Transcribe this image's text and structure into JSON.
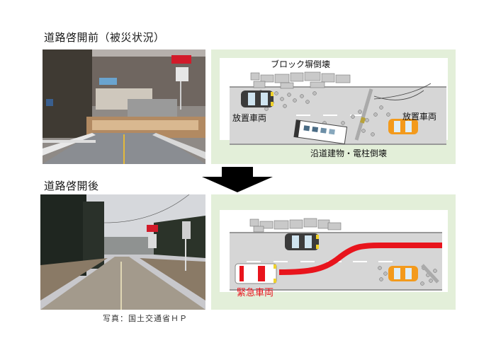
{
  "before": {
    "heading": "道路啓開前（被災状況）",
    "photo_alt": "road-blocked-by-debris-photo",
    "diagram": {
      "labels": {
        "wall_collapse": "ブロック塀倒壊",
        "abandoned_left": "放置車両",
        "abandoned_right": "放置車両",
        "building_pole_collapse": "沿道建物・電柱倒壊"
      }
    }
  },
  "after": {
    "heading": "道路啓開後",
    "photo_alt": "road-cleared-photo",
    "diagram": {
      "labels": {
        "emergency_vehicle": "緊急車両"
      }
    }
  },
  "caption": "写真：国土交通省ＨＰ",
  "colors": {
    "panel_bg": "#e3efd9",
    "road": "#d5d5d5",
    "route": "#e8141c",
    "taxi": "#f39a1c",
    "car_dark": "#3b3b3b"
  }
}
